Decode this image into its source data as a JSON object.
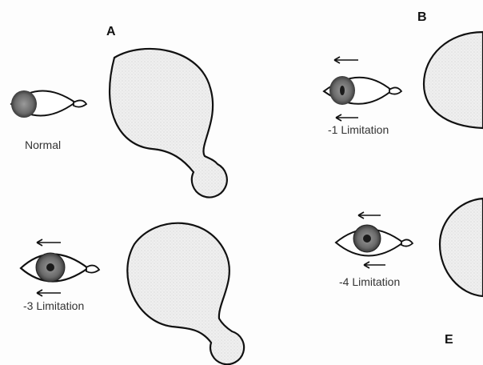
{
  "panels": {
    "A": "A",
    "B": "B",
    "E": "E"
  },
  "captions": {
    "normal": "Normal",
    "minus1": "-1 Limitation",
    "minus3": "-3 Limitation",
    "minus4": "-4 Limitation"
  },
  "colors": {
    "outline": "#111111",
    "bulb_fill": "#ececec",
    "iris": "#6e6e6e",
    "pupil": "#1a1a1a"
  },
  "icons": [
    "eye-icon",
    "arrow-left-icon",
    "fixation-field-shape"
  ]
}
